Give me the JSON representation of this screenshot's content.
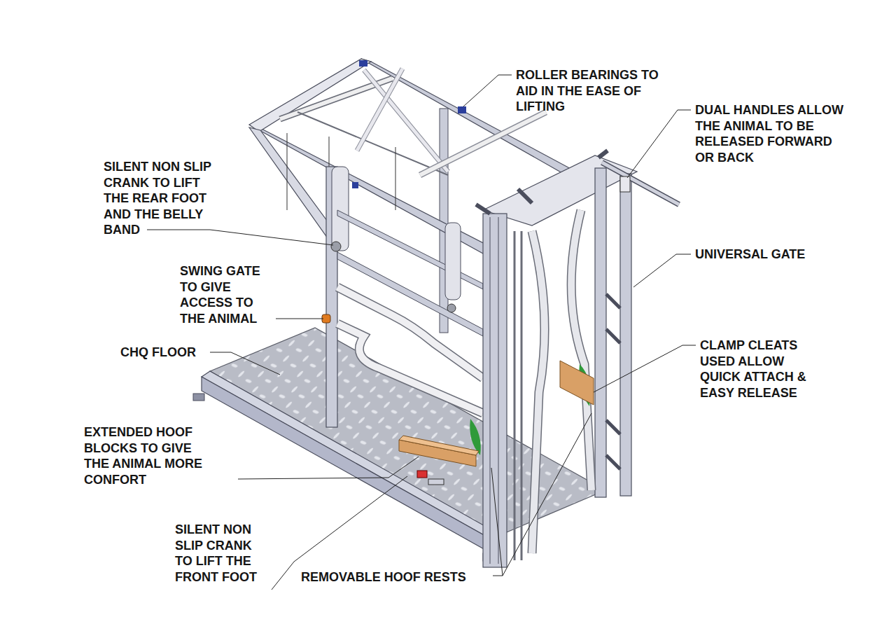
{
  "diagram": {
    "labels": [
      "ROLLER BEARINGS TO AID IN THE EASE OF LIFTING",
      "DUAL HANDLES ALLOW THE ANIMAL TO BE RELEASED FORWARD OR BACK",
      "SILENT NON SLIP CRANK TO LIFT THE REAR FOOT AND THE BELLY BAND",
      "UNIVERSAL GATE",
      "SWING GATE TO GIVE ACCESS TO THE ANIMAL",
      "CHQ FLOOR",
      "CLAMP CLEATS USED ALLOW QUICK ATTACH & EASY RELEASE",
      "EXTENDED HOOF BLOCKS TO GIVE THE ANIMAL MORE CONFORT",
      "SILENT NON SLIP CRANK TO LIFT THE FRONT FOOT",
      "REMOVABLE HOOF RESTS"
    ]
  }
}
